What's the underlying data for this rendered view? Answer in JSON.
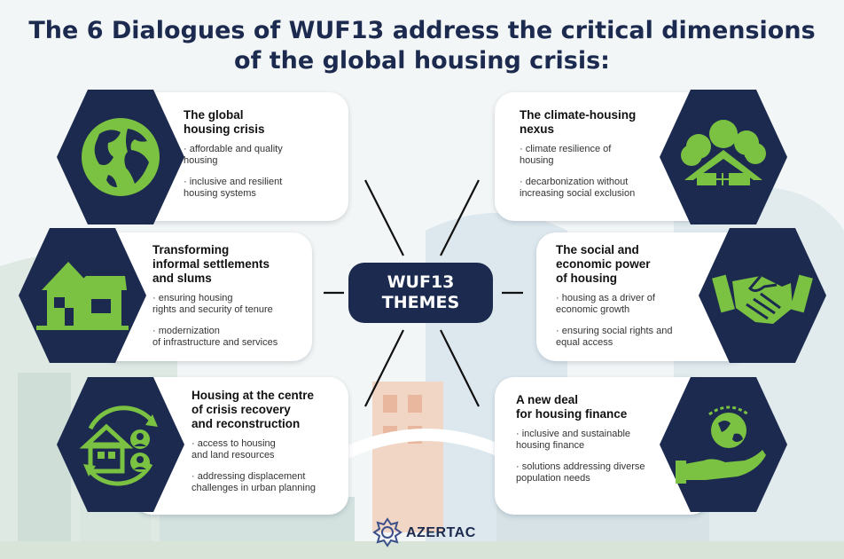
{
  "title": {
    "line1": "The 6 Dialogues of WUF13 address the critical dimensions",
    "line2": "of the global housing crisis:"
  },
  "center": {
    "line1": "WUF13",
    "line2": "THEMES"
  },
  "cards": [
    {
      "title1": "The global",
      "title2": "housing crisis",
      "title3": "",
      "b1a": "· affordable and quality",
      "b1b": "housing",
      "b2a": "· inclusive and resilient",
      "b2b": "housing systems",
      "icon": "globe-icon"
    },
    {
      "title1": "Transforming",
      "title2": "informal settlements",
      "title3": "and slums",
      "b1a": "· ensuring housing",
      "b1b": "rights and security of tenure",
      "b2a": "· modernization",
      "b2b": "of infrastructure and services",
      "icon": "house-icon"
    },
    {
      "title1": "Housing at the centre",
      "title2": "of crisis recovery",
      "title3": "and reconstruction",
      "b1a": "· access to housing",
      "b1b": "and land resources",
      "b2a": "· addressing displacement",
      "b2b": "challenges in urban planning",
      "icon": "house-people-cycle-icon"
    },
    {
      "title1": "The climate-housing",
      "title2": "nexus",
      "title3": "",
      "b1a": "· climate resilience of",
      "b1b": "housing",
      "b2a": "· decarbonization without",
      "b2b": "increasing social exclusion",
      "icon": "house-trees-icon"
    },
    {
      "title1": "The social and",
      "title2": "economic power",
      "title3": "of housing",
      "b1a": "· housing as a driver of",
      "b1b": "economic growth",
      "b2a": "· ensuring social rights and",
      "b2b": "equal access",
      "icon": "handshake-icon"
    },
    {
      "title1": "A new deal",
      "title2": "for housing finance",
      "title3": "",
      "b1a": "· inclusive and sustainable",
      "b1b": "housing finance",
      "b2a": "· solutions addressing diverse",
      "b2b": "population needs",
      "icon": "hand-globe-icon"
    }
  ],
  "logo": {
    "text": "AZERTAC"
  },
  "colors": {
    "navy": "#1b2a4e",
    "green": "#7bc142"
  }
}
